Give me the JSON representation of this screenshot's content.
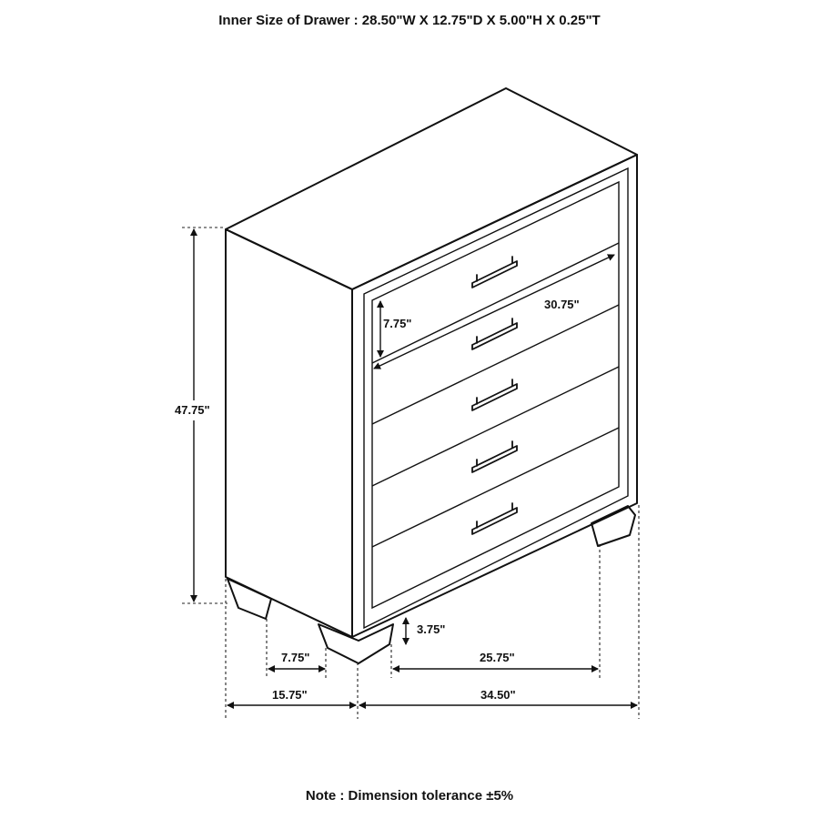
{
  "title": "Inner Size of Drawer : 28.50\"W X 12.75\"D X 5.00\"H X 0.25\"T",
  "note": "Note : Dimension tolerance ±5%",
  "dimensions": {
    "height": "47.75\"",
    "drawer_height": "7.75\"",
    "drawer_width": "30.75\"",
    "toe_height": "3.75\"",
    "leg_spacing_side": "7.75\"",
    "leg_spacing_front": "25.75\"",
    "depth": "15.75\"",
    "width": "34.50\""
  }
}
